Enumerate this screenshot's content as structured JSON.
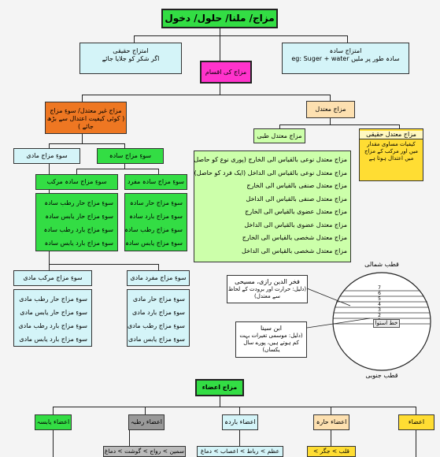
{
  "title": "مزاج/ ملنا/ حلول/ دخول",
  "haqiqi": {
    "title": "امتزاج حقیقی",
    "desc": "اگر شکر کو جلایا جائے"
  },
  "sada": {
    "title": "امتزاج سادہ",
    "desc": "سادہ طور پر ملیں eg: Suger + water"
  },
  "aqsam": "مزاج کی اقسام",
  "ghair": {
    "title": "مزاج غیر معتدل/ سوءِ مزاج",
    "desc": "( کوئی کیفیت اعتدال سے بڑھ جائے )"
  },
  "motadil": "مزاج معتدل",
  "tibbi": "مزاج معتدل طبی",
  "haqiqiMotadil": {
    "title": "مزاج معتدل حقیقی",
    "desc": "کیفیات مساوی مقدار میں اور مرکب کے مزاج میں اعتدال ہوتا ہے"
  },
  "tibbiList": [
    "مزاج معتدل نوعی بالقیاس الی الخارج (پوری نوع کو حاصل)",
    "مزاج معتدل نوعی بالقیاس الی الداخل (ایک فرد کو حاصل)",
    "مزاج معتدل صنفی بالقیاس الی الخارج",
    "مزاج معتدل صنفی بالقیاس الی الداخل",
    "مزاج معتدل عضوی بالقیاس الی الخارج",
    "مزاج معتدل عضوی بالقیاس الی الداخل",
    "مزاج معتدل شخصی بالقیاس الی الخارج",
    "مزاج معتدل شخصی بالقیاس الی الداخل"
  ],
  "maddi": "سوءِ مزاج مادی",
  "saadaSoo": "سوءِ مزاج سادہ",
  "murakkab": "سوءِ مزاج سادہ مرکب",
  "mufrad": "سوءِ مزاج سادہ مفرد",
  "murakkabList": [
    "سوءِ مزاج حار رطب سادہ",
    "سوءِ مزاج حار یابس سادہ",
    "سوءِ مزاج بارد رطب سادہ",
    "سوءِ مزاج بارد یابس سادہ"
  ],
  "mufradList": [
    "سوءِ مزاج حار سادہ",
    "سوءِ مزاج بارد سادہ",
    "سوءِ مزاج رطب سادہ",
    "سوءِ مزاج یابس سادہ"
  ],
  "maddiMurakkab": "سوءِ مزاج مرکب مادی",
  "maddiMufrad": "سوءِ مزاج مفرد مادی",
  "maddiMurakkabList": [
    "سوءِ مزاج حار رطب مادی",
    "سوءِ مزاج حار یابس مادی",
    "سوءِ مزاج بارد رطب مادی",
    "سوءِ مزاج بارد یابس مادی"
  ],
  "maddiMufradList": [
    "سوءِ مزاج حار مادی",
    "سوءِ مزاج بارد مادی",
    "سوءِ مزاج رطب مادی",
    "سوءِ مزاج یابس مادی"
  ],
  "razi": {
    "title": "فخر الدین رازی، مسیحی",
    "desc": "(دلیل: حرارت اور برودت کے لحاظ سے معتدل)"
  },
  "sina": {
    "title": "ابن سینا",
    "desc": "(دلیل: موسمی تغیرات بہت کم ہوتے ہیں، پورے سال یکساں)"
  },
  "north": "قطب شمالی",
  "south": "قطب جنوبی",
  "equator": "خط استوا",
  "lineNums": [
    "7",
    "6",
    "5",
    "4",
    "3",
    "2",
    "1"
  ],
  "aza": "مزاج اعضاء",
  "azaItems": [
    "اعضاء یابسہ",
    "اعضاء رطبہ",
    "اعضاء باردہ",
    "اعضاء حارہ",
    "اعضاء معتدلہ"
  ],
  "azaSub": [
    "سمین > رواج > گوشت > دماغ",
    "عظم > رباط > اعصاب > دماغ",
    "قلب > جگر > لحم"
  ]
}
